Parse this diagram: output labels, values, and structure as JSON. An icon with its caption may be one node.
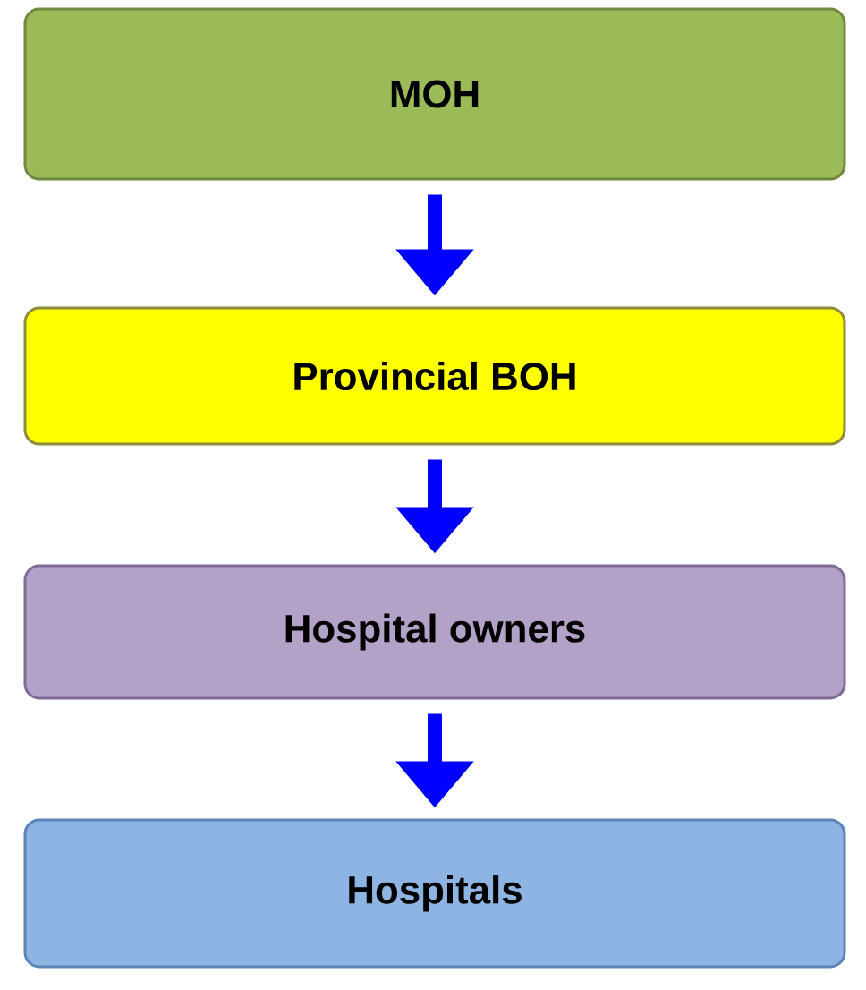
{
  "diagram": {
    "nodes": [
      {
        "text": [
          "MOH"
        ]
      },
      {
        "text": [
          "Provincial BOH"
        ]
      },
      {
        "text": [
          "Hospital owners"
        ]
      },
      {
        "text": [
          "Hospitals"
        ]
      }
    ],
    "edges": [
      {
        "from": 0,
        "to": 1,
        "arrow": "to"
      },
      {
        "from": 1,
        "to": 2,
        "arrow": "to"
      },
      {
        "from": 2,
        "to": 3,
        "arrow": "to"
      }
    ]
  }
}
